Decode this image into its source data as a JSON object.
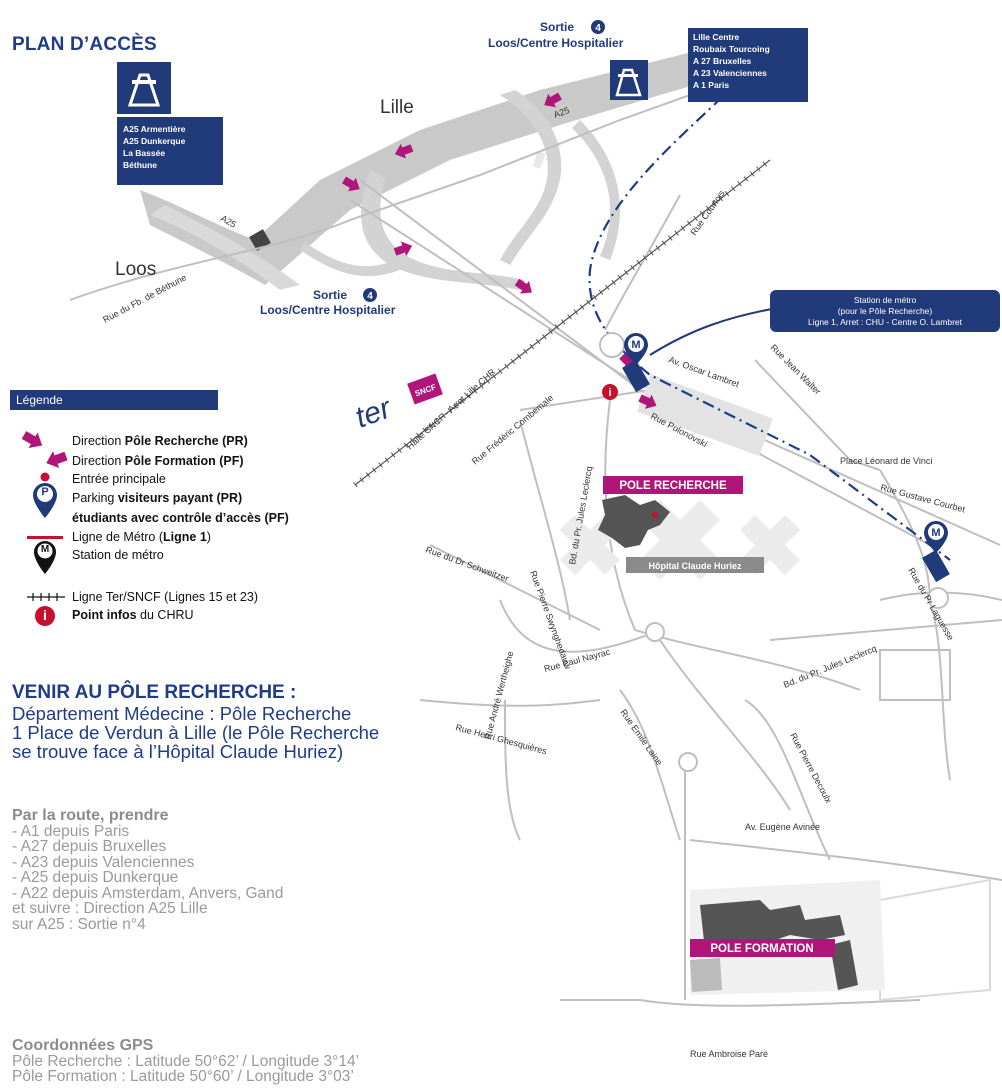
{
  "title": "PLAN D’ACCÈS",
  "map": {
    "city_lille": "Lille",
    "city_loos": "Loos",
    "exit_top": {
      "label": "Sortie",
      "number": "4",
      "sub": "Loos/Centre Hospitalier"
    },
    "exit_mid": {
      "label": "Sortie",
      "number": "4",
      "sub": "Loos/Centre Hospitalier"
    },
    "sign_left": [
      "A25 Armentière",
      "A25 Dunkerque",
      "La Bassée",
      "Béthune"
    ],
    "sign_right": [
      "Lille Centre",
      "Roubaix Tourcoing",
      "A 27 Bruxelles",
      "A 23 Valenciennes",
      "A 1 Paris"
    ],
    "metro_callout": [
      "Station de métro",
      "(pour le Pôle Recherche)",
      "Ligne 1, Arret : CHU - Centre O. Lambret"
    ],
    "highway_a25_left": "A25",
    "highway_a25_right": "A25",
    "metro_letter": "M",
    "info_letter": "i",
    "streets": [
      "Rue du Fb. de Béthune",
      "Rue Courtois",
      "Av. Oscar Lambret",
      "Rue Jean Walter",
      "Rue Polonovski",
      "Place Léonard de Vinci",
      "Rue Gustave Courbet",
      "Halte SNCF - Arret Lille CHR",
      "Rue Frédéric Combemale",
      "Bd. du Pr. Jules Leclercq",
      "Rue du Dr Schweitzer",
      "Rue Pierre Swynghedauw",
      "Rue du Pr Laguesse",
      "Rue Paul Nayrac",
      "Rue André Wertheighe",
      "Rue Henri Ghesquières",
      "Rue Emile Laine",
      "Bd. du Pr. Jules Leclercq",
      "Rue Pierre Decoulx",
      "Av. Eugène Avinée",
      "Rue Ambroise Paré"
    ],
    "pole_recherche": "POLE RECHERCHE",
    "hopital": "Hôpital Claude Huriez",
    "pole_formation": "POLE FORMATION",
    "ter_logo": "ter",
    "sncf_logo": "SNCF",
    "colors": {
      "navy": "#203a7a",
      "magenta": "#b0157a",
      "road": "#c8c8c8",
      "red": "#c8102e",
      "metro_line": "#1f3c88"
    }
  },
  "legend": {
    "header": "Légende",
    "items": [
      {
        "icon": "arrow-right-icon",
        "text_pre": "Direction ",
        "text_bold": "Pôle Recherche (PR)",
        "text_post": ""
      },
      {
        "icon": "arrow-left-icon",
        "text_pre": "Direction ",
        "text_bold": "Pôle Formation (PF)",
        "text_post": ""
      },
      {
        "icon": "red-dot-icon",
        "text_pre": "Entrée principale",
        "text_bold": "",
        "text_post": ""
      },
      {
        "icon": "parking-pin-icon",
        "text_pre": "Parking ",
        "text_bold": "visiteurs payant (PR)",
        "text_post": ""
      },
      {
        "icon": "",
        "text_pre": "",
        "text_bold": "étudiants avec contrôle d’accès (PF)",
        "text_post": ""
      },
      {
        "icon": "metro-line-icon",
        "text_pre": "Ligne de Métro (",
        "text_bold": "Ligne 1",
        "text_post": ")"
      },
      {
        "icon": "metro-pin-icon",
        "text_pre": "Station de métro",
        "text_bold": "",
        "text_post": ""
      },
      {
        "icon": "rail-line-icon",
        "text_pre": "Ligne Ter/SNCF (Lignes 15 et 23)",
        "text_bold": "",
        "text_post": ""
      },
      {
        "icon": "info-icon",
        "text_pre": "",
        "text_bold": "Point infos",
        "text_post": " du CHRU"
      }
    ],
    "parking_letter": "P"
  },
  "venir": {
    "title": "VENIR AU PÔLE RECHERCHE :",
    "lines": [
      "Département Médecine : Pôle Recherche",
      "1 Place de Verdun à Lille (le Pôle Recherche",
      "se trouve face à l’Hôpital Claude Huriez)"
    ]
  },
  "route": {
    "title": "Par la route, prendre",
    "lines": [
      "- A1   depuis Paris",
      "- A27 depuis Bruxelles",
      "- A23 depuis Valenciennes",
      "- A25 depuis Dunkerque",
      "- A22 depuis Amsterdam, Anvers, Gand",
      "et suivre : Direction A25 Lille",
      "sur A25 : Sortie n°4"
    ]
  },
  "gps": {
    "title": "Coordonnées GPS",
    "lines": [
      "Pôle Recherche : Latitude 50°62’ / Longitude 3°14’",
      "Pôle Formation : Latitude 50°60’ / Longitude 3°03’"
    ]
  }
}
